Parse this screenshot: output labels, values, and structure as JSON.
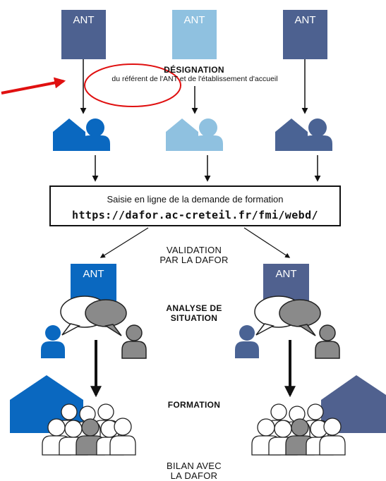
{
  "ant_labels": [
    "ANT",
    "ANT",
    "ANT",
    "ANT",
    "ANT"
  ],
  "designation": {
    "title": "DÉSIGNATION",
    "subtitle": "du référent de l'ANT et de l'établissement d'accueil"
  },
  "demande": {
    "line1": "Saisie en ligne de la demande de formation",
    "url": "https://dafor.ac-creteil.fr/fmi/webd/"
  },
  "validation": {
    "line1": "VALIDATION",
    "line2": "PAR LA DAFOR"
  },
  "analyse": {
    "line1": "ANALYSE DE",
    "line2": "SITUATION"
  },
  "formation": "FORMATION",
  "bilan": {
    "line1": "BILAN AVEC",
    "line2": "LA DAFOR"
  },
  "colors": {
    "blue": "#0a68c0",
    "light_blue": "#8fc1e0",
    "slate": "#4a6394",
    "ant_slate": "#50618f",
    "grey": "#8a8a8a",
    "highlight_red": "#e01010"
  }
}
